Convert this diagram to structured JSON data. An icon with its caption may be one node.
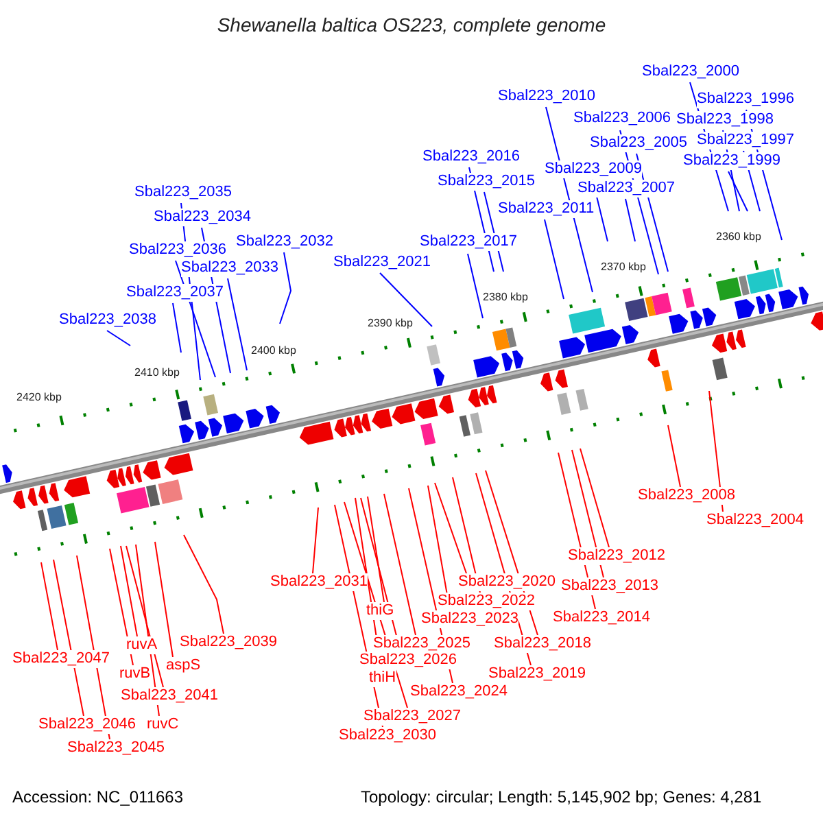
{
  "diagram": {
    "title": "Shewanella baltica OS223, complete genome",
    "nodes": [
      {
        "text": [
          "Sbal223_2000"
        ]
      },
      {
        "text": [
          "Sbal223_1996"
        ]
      },
      {
        "text": [
          "Sbal223_1998"
        ]
      },
      {
        "text": [
          "Sbal223_1997"
        ]
      },
      {
        "text": [
          "Sbal223_1999"
        ]
      },
      {
        "text": [
          "Sbal223_2010"
        ]
      },
      {
        "text": [
          "Sbal223_2006"
        ]
      },
      {
        "text": [
          "Sbal223_2005"
        ]
      },
      {
        "text": [
          "Sbal223_2009"
        ]
      },
      {
        "text": [
          "Sbal223_2007"
        ]
      },
      {
        "text": [
          "Sbal223_2016"
        ]
      },
      {
        "text": [
          "Sbal223_2015"
        ]
      },
      {
        "text": [
          "Sbal223_2011"
        ]
      },
      {
        "text": [
          "Sbal223_2017"
        ]
      },
      {
        "text": [
          "Sbal223_2021"
        ]
      },
      {
        "text": [
          "Sbal223_2035"
        ]
      },
      {
        "text": [
          "Sbal223_2034"
        ]
      },
      {
        "text": [
          "Sbal223_2032"
        ]
      },
      {
        "text": [
          "Sbal223_2036"
        ]
      },
      {
        "text": [
          "Sbal223_2033"
        ]
      },
      {
        "text": [
          "Sbal223_2037"
        ]
      },
      {
        "text": [
          "Sbal223_2038"
        ]
      },
      {
        "text": [
          "Sbal223_2008"
        ]
      },
      {
        "text": [
          "Sbal223_2004"
        ]
      },
      {
        "text": [
          "Sbal223_2012"
        ]
      },
      {
        "text": [
          "Sbal223_2031"
        ]
      },
      {
        "text": [
          "Sbal223_2020"
        ]
      },
      {
        "text": [
          "Sbal223_2013"
        ]
      },
      {
        "text": [
          "Sbal223_2022"
        ]
      },
      {
        "text": [
          "thiG"
        ]
      },
      {
        "text": [
          "Sbal223_2014"
        ]
      },
      {
        "text": [
          "Sbal223_2023"
        ]
      },
      {
        "text": [
          "Sbal223_2039"
        ]
      },
      {
        "text": [
          "Sbal223_2025"
        ]
      },
      {
        "text": [
          "Sbal223_2018"
        ]
      },
      {
        "text": [
          "ruvA"
        ]
      },
      {
        "text": [
          "Sbal223_2047"
        ]
      },
      {
        "text": [
          "Sbal223_2026"
        ]
      },
      {
        "text": [
          "aspS"
        ]
      },
      {
        "text": [
          "ruvB"
        ]
      },
      {
        "text": [
          "Sbal223_2019"
        ]
      },
      {
        "text": [
          "thiH"
        ]
      },
      {
        "text": [
          "Sbal223_2024"
        ]
      },
      {
        "text": [
          "Sbal223_2041"
        ]
      },
      {
        "text": [
          "Sbal223_2027"
        ]
      },
      {
        "text": [
          "Sbal223_2046"
        ]
      },
      {
        "text": [
          "ruvC"
        ]
      },
      {
        "text": [
          "Sbal223_2030"
        ]
      },
      {
        "text": [
          "Sbal223_2045"
        ]
      }
    ],
    "edges": [
      {
        "from": 0,
        "to": null,
        "arrow": "none",
        "color": "#0000ff"
      },
      {
        "from": 1,
        "to": null,
        "arrow": "none",
        "color": "#0000ff"
      },
      {
        "from": 2,
        "to": null,
        "arrow": "none",
        "color": "#0000ff"
      },
      {
        "from": 3,
        "to": null,
        "arrow": "none",
        "color": "#0000ff"
      },
      {
        "from": 4,
        "to": null,
        "arrow": "none",
        "color": "#0000ff"
      },
      {
        "from": 5,
        "to": null,
        "arrow": "none",
        "color": "#0000ff"
      },
      {
        "from": 6,
        "to": null,
        "arrow": "none",
        "color": "#0000ff"
      },
      {
        "from": 7,
        "to": null,
        "arrow": "none",
        "color": "#0000ff"
      },
      {
        "from": 8,
        "to": null,
        "arrow": "none",
        "color": "#0000ff"
      },
      {
        "from": 9,
        "to": null,
        "arrow": "none",
        "color": "#0000ff"
      },
      {
        "from": 10,
        "to": null,
        "arrow": "none",
        "color": "#0000ff"
      },
      {
        "from": 11,
        "to": null,
        "arrow": "none",
        "color": "#0000ff"
      },
      {
        "from": 12,
        "to": null,
        "arrow": "none",
        "color": "#0000ff"
      },
      {
        "from": 13,
        "to": null,
        "arrow": "none",
        "color": "#0000ff"
      },
      {
        "from": 14,
        "to": null,
        "arrow": "none",
        "color": "#0000ff"
      },
      {
        "from": 15,
        "to": null,
        "arrow": "none",
        "color": "#0000ff"
      },
      {
        "from": 16,
        "to": null,
        "arrow": "none",
        "color": "#0000ff"
      },
      {
        "from": 17,
        "to": null,
        "arrow": "none",
        "color": "#0000ff"
      },
      {
        "from": 18,
        "to": null,
        "arrow": "none",
        "color": "#0000ff"
      },
      {
        "from": 19,
        "to": null,
        "arrow": "none",
        "color": "#0000ff"
      },
      {
        "from": 20,
        "to": null,
        "arrow": "none",
        "color": "#0000ff"
      },
      {
        "from": 21,
        "to": null,
        "arrow": "none",
        "color": "#0000ff"
      },
      {
        "from": 22,
        "to": null,
        "arrow": "none"
      },
      {
        "from": 23,
        "to": null,
        "arrow": "none"
      },
      {
        "from": 24,
        "to": null,
        "arrow": "none"
      },
      {
        "from": 25,
        "to": null,
        "arrow": "none"
      },
      {
        "from": 26,
        "to": null,
        "arrow": "none"
      },
      {
        "from": 27,
        "to": null,
        "arrow": "none"
      },
      {
        "from": 28,
        "to": null,
        "arrow": "none"
      },
      {
        "from": 29,
        "to": null,
        "arrow": "none"
      },
      {
        "from": 30,
        "to": null,
        "arrow": "none"
      },
      {
        "from": 31,
        "to": null,
        "arrow": "none"
      },
      {
        "from": 32,
        "to": null,
        "arrow": "none"
      },
      {
        "from": 33,
        "to": null,
        "arrow": "none"
      },
      {
        "from": 34,
        "to": null,
        "arrow": "none"
      },
      {
        "from": 35,
        "to": null,
        "arrow": "none"
      },
      {
        "from": 36,
        "to": null,
        "arrow": "none"
      },
      {
        "from": 37,
        "to": null,
        "arrow": "none"
      },
      {
        "from": 38,
        "to": null,
        "arrow": "none"
      },
      {
        "from": 39,
        "to": null,
        "arrow": "none"
      },
      {
        "from": 40,
        "to": null,
        "arrow": "none"
      },
      {
        "from": 41,
        "to": null,
        "arrow": "none"
      },
      {
        "from": 42,
        "to": null,
        "arrow": "none"
      },
      {
        "from": 43,
        "to": null,
        "arrow": "none"
      },
      {
        "from": 44,
        "to": null,
        "arrow": "none"
      },
      {
        "from": 45,
        "to": null,
        "arrow": "none"
      },
      {
        "from": 46,
        "to": null,
        "arrow": "none"
      },
      {
        "from": 47,
        "to": null,
        "arrow": "none"
      },
      {
        "from": 48,
        "to": null,
        "arrow": "none"
      }
    ],
    "labels": [
      "2360 kbp",
      "2370 kbp",
      "2380 kbp",
      "2390 kbp",
      "2400 kbp",
      "2410 kbp",
      "2420 kbp",
      "Accession: NC_011663",
      "Topology: circular; Length: 5,145,902 bp; Genes: 4,281"
    ]
  }
}
